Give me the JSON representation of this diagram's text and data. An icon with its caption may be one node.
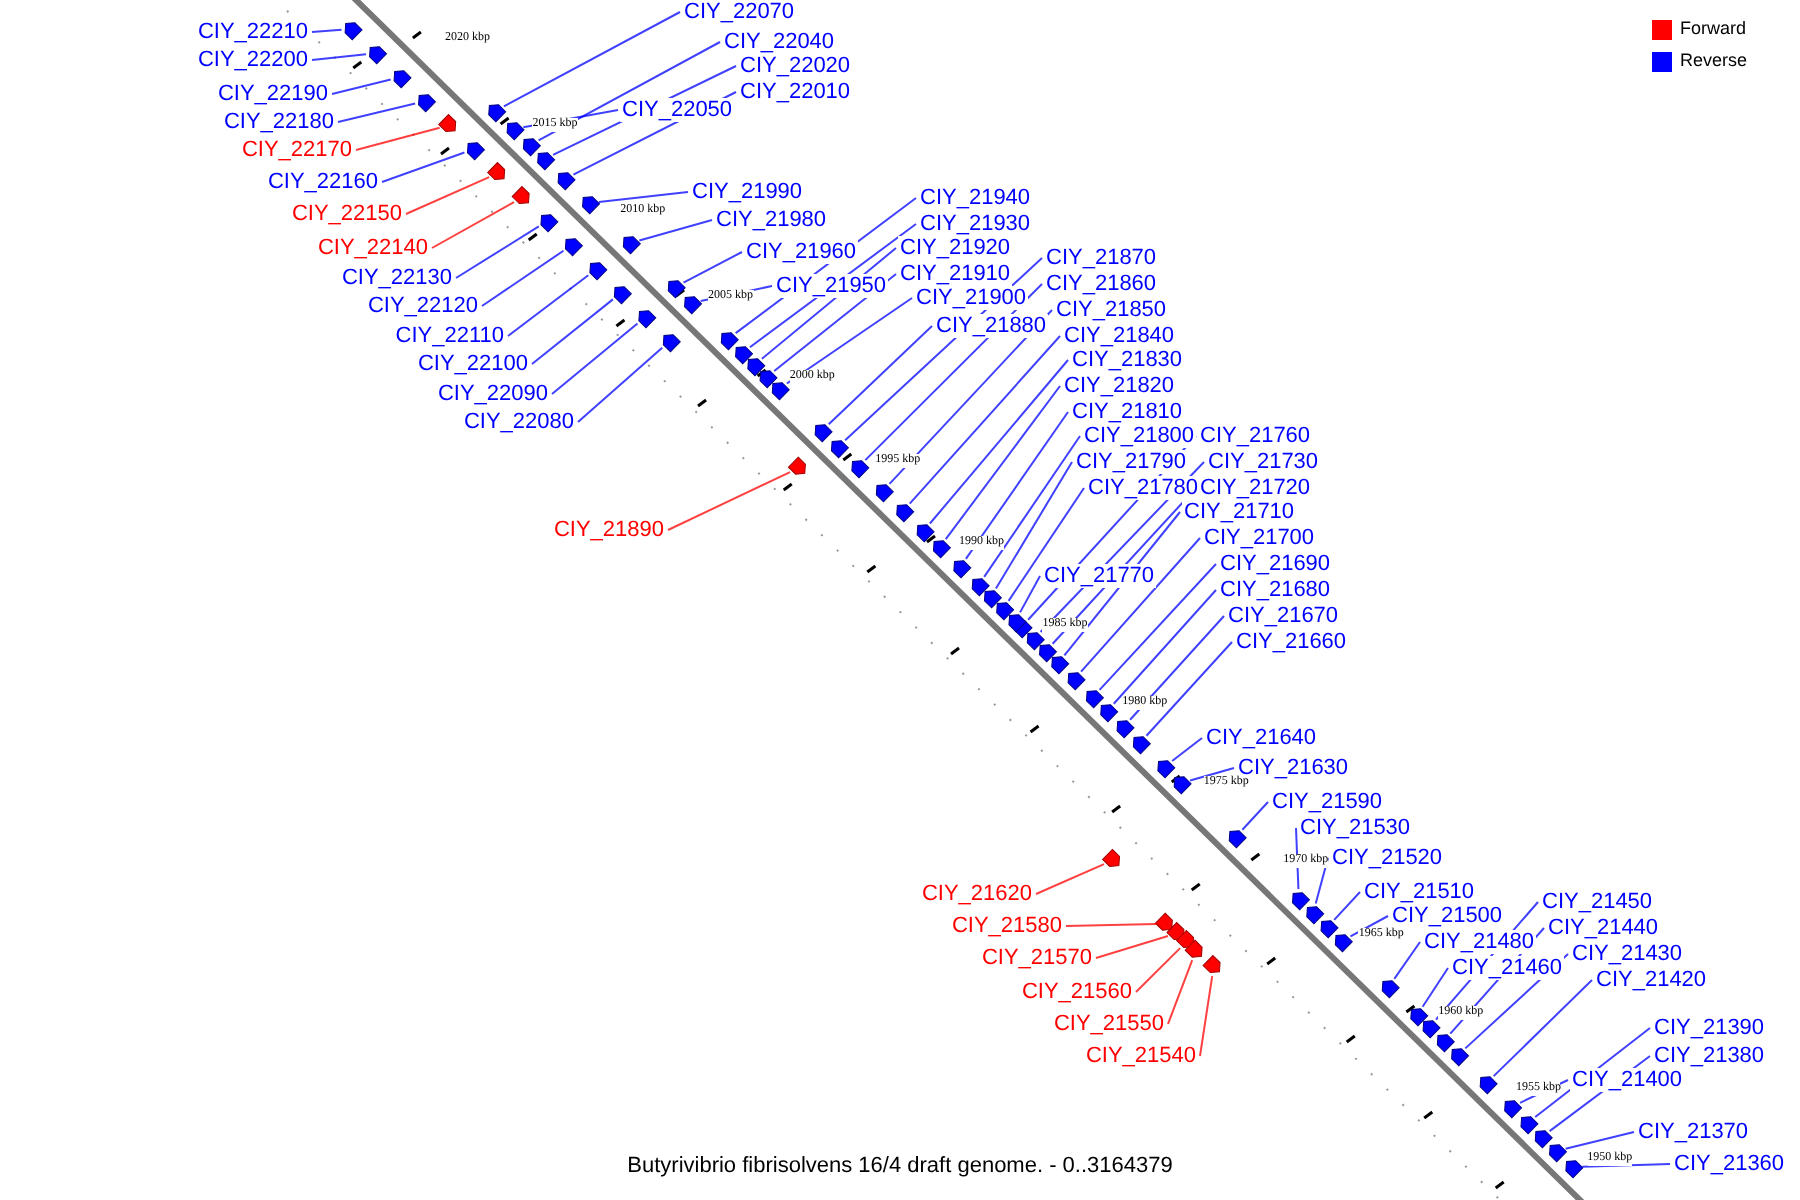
{
  "diagram": {
    "caption": "Butyrivibrio fibrisolvens 16/4 draft genome. - 0..3164379",
    "nodes": [
      {
        "text": [
          "CIY_22210"
        ]
      },
      {
        "text": [
          "CIY_22200"
        ]
      },
      {
        "text": [
          "CIY_22190"
        ]
      },
      {
        "text": [
          "CIY_22180"
        ]
      },
      {
        "text": [
          "CIY_22170"
        ]
      },
      {
        "text": [
          "CIY_22160"
        ]
      },
      {
        "text": [
          "CIY_22150"
        ]
      },
      {
        "text": [
          "CIY_22140"
        ]
      },
      {
        "text": [
          "CIY_22130"
        ]
      },
      {
        "text": [
          "CIY_22120"
        ]
      },
      {
        "text": [
          "CIY_22110"
        ]
      },
      {
        "text": [
          "CIY_22100"
        ]
      },
      {
        "text": [
          "CIY_22090"
        ]
      },
      {
        "text": [
          "CIY_22080"
        ]
      },
      {
        "text": [
          "CIY_22070"
        ]
      },
      {
        "text": [
          "CIY_22040"
        ]
      },
      {
        "text": [
          "CIY_22020"
        ]
      },
      {
        "text": [
          "CIY_22010"
        ]
      },
      {
        "text": [
          "CIY_22050"
        ]
      },
      {
        "text": [
          "CIY_21990"
        ]
      },
      {
        "text": [
          "CIY_21980"
        ]
      },
      {
        "text": [
          "CIY_21960"
        ]
      },
      {
        "text": [
          "CIY_21950"
        ]
      },
      {
        "text": [
          "CIY_21940"
        ]
      },
      {
        "text": [
          "CIY_21930"
        ]
      },
      {
        "text": [
          "CIY_21920"
        ]
      },
      {
        "text": [
          "CIY_21910"
        ]
      },
      {
        "text": [
          "CIY_21900"
        ]
      },
      {
        "text": [
          "CIY_21880"
        ]
      },
      {
        "text": [
          "CIY_21870"
        ]
      },
      {
        "text": [
          "CIY_21860"
        ]
      },
      {
        "text": [
          "CIY_21850"
        ]
      },
      {
        "text": [
          "CIY_21840"
        ]
      },
      {
        "text": [
          "CIY_21830"
        ]
      },
      {
        "text": [
          "CIY_21820"
        ]
      },
      {
        "text": [
          "CIY_21810"
        ]
      },
      {
        "text": [
          "CIY_21800"
        ]
      },
      {
        "text": [
          "CIY_21790"
        ]
      },
      {
        "text": [
          "CIY_21780"
        ]
      },
      {
        "text": [
          "CIY_21760"
        ]
      },
      {
        "text": [
          "CIY_21730"
        ]
      },
      {
        "text": [
          "CIY_21720"
        ]
      },
      {
        "text": [
          "CIY_21710"
        ]
      },
      {
        "text": [
          "CIY_21700"
        ]
      },
      {
        "text": [
          "CIY_21770"
        ]
      },
      {
        "text": [
          "CIY_21690"
        ]
      },
      {
        "text": [
          "CIY_21680"
        ]
      },
      {
        "text": [
          "CIY_21670"
        ]
      },
      {
        "text": [
          "CIY_21660"
        ]
      },
      {
        "text": [
          "CIY_21640"
        ]
      },
      {
        "text": [
          "CIY_21630"
        ]
      },
      {
        "text": [
          "CIY_21590"
        ]
      },
      {
        "text": [
          "CIY_21530"
        ]
      },
      {
        "text": [
          "CIY_21520"
        ]
      },
      {
        "text": [
          "CIY_21510"
        ]
      },
      {
        "text": [
          "CIY_21500"
        ]
      },
      {
        "text": [
          "CIY_21480"
        ]
      },
      {
        "text": [
          "CIY_21460"
        ]
      },
      {
        "text": [
          "CIY_21450"
        ]
      },
      {
        "text": [
          "CIY_21440"
        ]
      },
      {
        "text": [
          "CIY_21430"
        ]
      },
      {
        "text": [
          "CIY_21420"
        ]
      },
      {
        "text": [
          "CIY_21390"
        ]
      },
      {
        "text": [
          "CIY_21380"
        ]
      },
      {
        "text": [
          "CIY_21400"
        ]
      },
      {
        "text": [
          "CIY_21370"
        ]
      },
      {
        "text": [
          "CIY_21360"
        ]
      },
      {
        "text": [
          "CIY_21890"
        ]
      },
      {
        "text": [
          "CIY_21620"
        ]
      },
      {
        "text": [
          "CIY_21580"
        ]
      },
      {
        "text": [
          "CIY_21570"
        ]
      },
      {
        "text": [
          "CIY_21560"
        ]
      },
      {
        "text": [
          "CIY_21550"
        ]
      },
      {
        "text": [
          "CIY_21540"
        ]
      },
      {
        "text": [],
        "shape": "arrow"
      },
      {
        "text": [],
        "shape": "arrow"
      },
      {
        "text": [],
        "shape": "arrow"
      },
      {
        "text": [],
        "shape": "arrow"
      },
      {
        "text": [],
        "shape": "arrow"
      },
      {
        "text": [],
        "shape": "arrow"
      },
      {
        "text": [],
        "shape": "arrow"
      },
      {
        "text": [],
        "shape": "arrow"
      },
      {
        "text": [],
        "shape": "arrow"
      },
      {
        "text": [],
        "shape": "arrow"
      },
      {
        "text": [],
        "shape": "arrow"
      },
      {
        "text": [],
        "shape": "arrow"
      },
      {
        "text": [],
        "shape": "arrow"
      },
      {
        "text": [],
        "shape": "arrow"
      },
      {
        "text": [],
        "shape": "arrow"
      },
      {
        "text": [],
        "shape": "arrow"
      },
      {
        "text": [],
        "shape": "arrow"
      },
      {
        "text": [],
        "shape": "arrow"
      },
      {
        "text": [],
        "shape": "arrow"
      },
      {
        "text": [],
        "shape": "arrow"
      },
      {
        "text": [],
        "shape": "arrow"
      },
      {
        "text": [],
        "shape": "arrow"
      },
      {
        "text": [],
        "shape": "arrow"
      },
      {
        "text": [],
        "shape": "arrow"
      },
      {
        "text": [],
        "shape": "arrow"
      },
      {
        "text": [],
        "shape": "arrow"
      },
      {
        "text": [],
        "shape": "arrow"
      },
      {
        "text": [],
        "shape": "arrow"
      },
      {
        "text": [],
        "shape": "arrow"
      },
      {
        "text": [],
        "shape": "arrow"
      },
      {
        "text": [],
        "shape": "arrow"
      },
      {
        "text": [],
        "shape": "arrow"
      },
      {
        "text": [],
        "shape": "arrow"
      },
      {
        "text": [],
        "shape": "arrow"
      },
      {
        "text": [],
        "shape": "arrow"
      },
      {
        "text": [],
        "shape": "arrow"
      },
      {
        "text": [],
        "shape": "arrow"
      },
      {
        "text": [],
        "shape": "arrow"
      },
      {
        "text": [],
        "shape": "arrow"
      },
      {
        "text": [],
        "shape": "arrow"
      },
      {
        "text": [],
        "shape": "arrow"
      },
      {
        "text": [],
        "shape": "arrow"
      },
      {
        "text": [],
        "shape": "arrow"
      },
      {
        "text": [],
        "shape": "arrow"
      },
      {
        "text": [],
        "shape": "arrow"
      },
      {
        "text": [],
        "shape": "arrow"
      },
      {
        "text": [],
        "shape": "arrow"
      },
      {
        "text": [],
        "shape": "arrow"
      },
      {
        "text": [],
        "shape": "arrow"
      },
      {
        "text": [],
        "shape": "arrow"
      },
      {
        "text": [],
        "shape": "arrow"
      },
      {
        "text": [],
        "shape": "arrow"
      },
      {
        "text": [],
        "shape": "arrow"
      },
      {
        "text": [],
        "shape": "arrow"
      },
      {
        "text": [],
        "shape": "arrow"
      },
      {
        "text": [],
        "shape": "arrow"
      },
      {
        "text": [],
        "shape": "arrow"
      },
      {
        "text": [],
        "shape": "arrow"
      },
      {
        "text": [],
        "shape": "arrow"
      },
      {
        "text": [],
        "shape": "arrow"
      },
      {
        "text": [],
        "shape": "arrow"
      },
      {
        "text": [],
        "shape": "arrow"
      },
      {
        "text": [],
        "shape": "arrow"
      },
      {
        "text": [],
        "shape": "arrow"
      },
      {
        "text": [],
        "shape": "arrow"
      },
      {
        "text": [],
        "shape": "arrow"
      },
      {
        "text": [],
        "shape": "arrow"
      },
      {
        "text": [],
        "shape": "arrow"
      },
      {
        "text": [],
        "shape": "arrow"
      },
      {
        "text": [],
        "shape": "arrow"
      },
      {
        "text": [],
        "shape": "arrow"
      },
      {
        "text": [],
        "shape": "arrow"
      },
      {
        "text": [],
        "shape": "arrow"
      },
      {
        "text": [],
        "shape": "arrow"
      }
    ],
    "edges": [
      {
        "from": 0,
        "to": 74,
        "arrow": "none"
      },
      {
        "from": 1,
        "to": 75,
        "arrow": "none"
      },
      {
        "from": 2,
        "to": 76,
        "arrow": "none"
      },
      {
        "from": 3,
        "to": 77,
        "arrow": "none"
      },
      {
        "from": 4,
        "to": 78,
        "arrow": "none",
        "color": "#ff0000"
      },
      {
        "from": 5,
        "to": 79,
        "arrow": "none"
      },
      {
        "from": 6,
        "to": 80,
        "arrow": "none",
        "color": "#ff0000"
      },
      {
        "from": 7,
        "to": 81,
        "arrow": "none",
        "color": "#ff0000"
      },
      {
        "from": 8,
        "to": 82,
        "arrow": "none"
      },
      {
        "from": 9,
        "to": 83,
        "arrow": "none"
      },
      {
        "from": 10,
        "to": 84,
        "arrow": "none"
      },
      {
        "from": 11,
        "to": 85,
        "arrow": "none"
      },
      {
        "from": 12,
        "to": 86,
        "arrow": "none"
      },
      {
        "from": 13,
        "to": 87,
        "arrow": "none"
      },
      {
        "from": 14,
        "to": 88,
        "arrow": "none"
      },
      {
        "from": 15,
        "to": 89,
        "arrow": "none"
      },
      {
        "from": 16,
        "to": 90,
        "arrow": "none"
      },
      {
        "from": 17,
        "to": 91,
        "arrow": "none"
      },
      {
        "from": 18,
        "to": 92,
        "arrow": "none"
      },
      {
        "from": 19,
        "to": 93,
        "arrow": "none"
      },
      {
        "from": 20,
        "to": 94,
        "arrow": "none"
      },
      {
        "from": 21,
        "to": 95,
        "arrow": "none"
      },
      {
        "from": 22,
        "to": 96,
        "arrow": "none"
      },
      {
        "from": 23,
        "to": 97,
        "arrow": "none"
      },
      {
        "from": 24,
        "to": 98,
        "arrow": "none"
      },
      {
        "from": 25,
        "to": 99,
        "arrow": "none"
      },
      {
        "from": 26,
        "to": 100,
        "arrow": "none"
      },
      {
        "from": 27,
        "to": 101,
        "arrow": "none"
      },
      {
        "from": 28,
        "to": 102,
        "arrow": "none"
      },
      {
        "from": 29,
        "to": 103,
        "arrow": "none"
      },
      {
        "from": 30,
        "to": 104,
        "arrow": "none"
      },
      {
        "from": 31,
        "to": 105,
        "arrow": "none"
      },
      {
        "from": 32,
        "to": 106,
        "arrow": "none"
      },
      {
        "from": 33,
        "to": 107,
        "arrow": "none"
      },
      {
        "from": 34,
        "to": 108,
        "arrow": "none"
      },
      {
        "from": 35,
        "to": 109,
        "arrow": "none"
      },
      {
        "from": 36,
        "to": 110,
        "arrow": "none"
      },
      {
        "from": 37,
        "to": 111,
        "arrow": "none"
      },
      {
        "from": 38,
        "to": 112,
        "arrow": "none"
      },
      {
        "from": 39,
        "to": 113,
        "arrow": "none"
      },
      {
        "from": 40,
        "to": 114,
        "arrow": "none"
      },
      {
        "from": 41,
        "to": 115,
        "arrow": "none"
      },
      {
        "from": 42,
        "to": 116,
        "arrow": "none"
      },
      {
        "from": 43,
        "to": 117,
        "arrow": "none"
      },
      {
        "from": 44,
        "to": 118,
        "arrow": "none"
      },
      {
        "from": 45,
        "to": 119,
        "arrow": "none"
      },
      {
        "from": 46,
        "to": 120,
        "arrow": "none"
      },
      {
        "from": 47,
        "to": 121,
        "arrow": "none"
      },
      {
        "from": 48,
        "to": 122,
        "arrow": "none"
      },
      {
        "from": 49,
        "to": 123,
        "arrow": "none"
      },
      {
        "from": 50,
        "to": 124,
        "arrow": "none"
      },
      {
        "from": 51,
        "to": 125,
        "arrow": "none"
      },
      {
        "from": 52,
        "to": 126,
        "arrow": "none"
      },
      {
        "from": 53,
        "to": 127,
        "arrow": "none"
      },
      {
        "from": 54,
        "to": 128,
        "arrow": "none"
      },
      {
        "from": 55,
        "to": 129,
        "arrow": "none"
      },
      {
        "from": 56,
        "to": 130,
        "arrow": "none"
      },
      {
        "from": 57,
        "to": 131,
        "arrow": "none"
      },
      {
        "from": 58,
        "to": 132,
        "arrow": "none"
      },
      {
        "from": 59,
        "to": 133,
        "arrow": "none"
      },
      {
        "from": 60,
        "to": 134,
        "arrow": "none"
      },
      {
        "from": 61,
        "to": 135,
        "arrow": "none"
      },
      {
        "from": 62,
        "to": 136,
        "arrow": "none"
      },
      {
        "from": 63,
        "to": 137,
        "arrow": "none"
      },
      {
        "from": 64,
        "to": 138,
        "arrow": "none"
      },
      {
        "from": 65,
        "to": 139,
        "arrow": "none"
      },
      {
        "from": 66,
        "to": 140,
        "arrow": "none"
      },
      {
        "from": 67,
        "to": 141,
        "arrow": "none",
        "color": "#ff0000"
      },
      {
        "from": 68,
        "to": 142,
        "arrow": "none",
        "color": "#ff0000"
      },
      {
        "from": 69,
        "to": 143,
        "arrow": "none",
        "color": "#ff0000"
      },
      {
        "from": 70,
        "to": 144,
        "arrow": "none",
        "color": "#ff0000"
      },
      {
        "from": 71,
        "to": 145,
        "arrow": "none",
        "color": "#ff0000"
      },
      {
        "from": 72,
        "to": 146,
        "arrow": "none",
        "color": "#ff0000"
      },
      {
        "from": 73,
        "to": 147,
        "arrow": "none",
        "color": "#ff0000"
      }
    ],
    "labels": [
      "2020 kbp",
      "2015 kbp",
      "2010 kbp",
      "2005 kbp",
      "2000 kbp",
      "1995 kbp",
      "1990 kbp",
      "1985 kbp",
      "1980 kbp",
      "1975 kbp",
      "1970 kbp",
      "1965 kbp",
      "1960 kbp",
      "1955 kbp",
      "1950 kbp"
    ],
    "legend": [
      {
        "text": "Forward",
        "color": "#ff0000"
      },
      {
        "text": "Reverse",
        "color": "#0000ff"
      }
    ]
  }
}
